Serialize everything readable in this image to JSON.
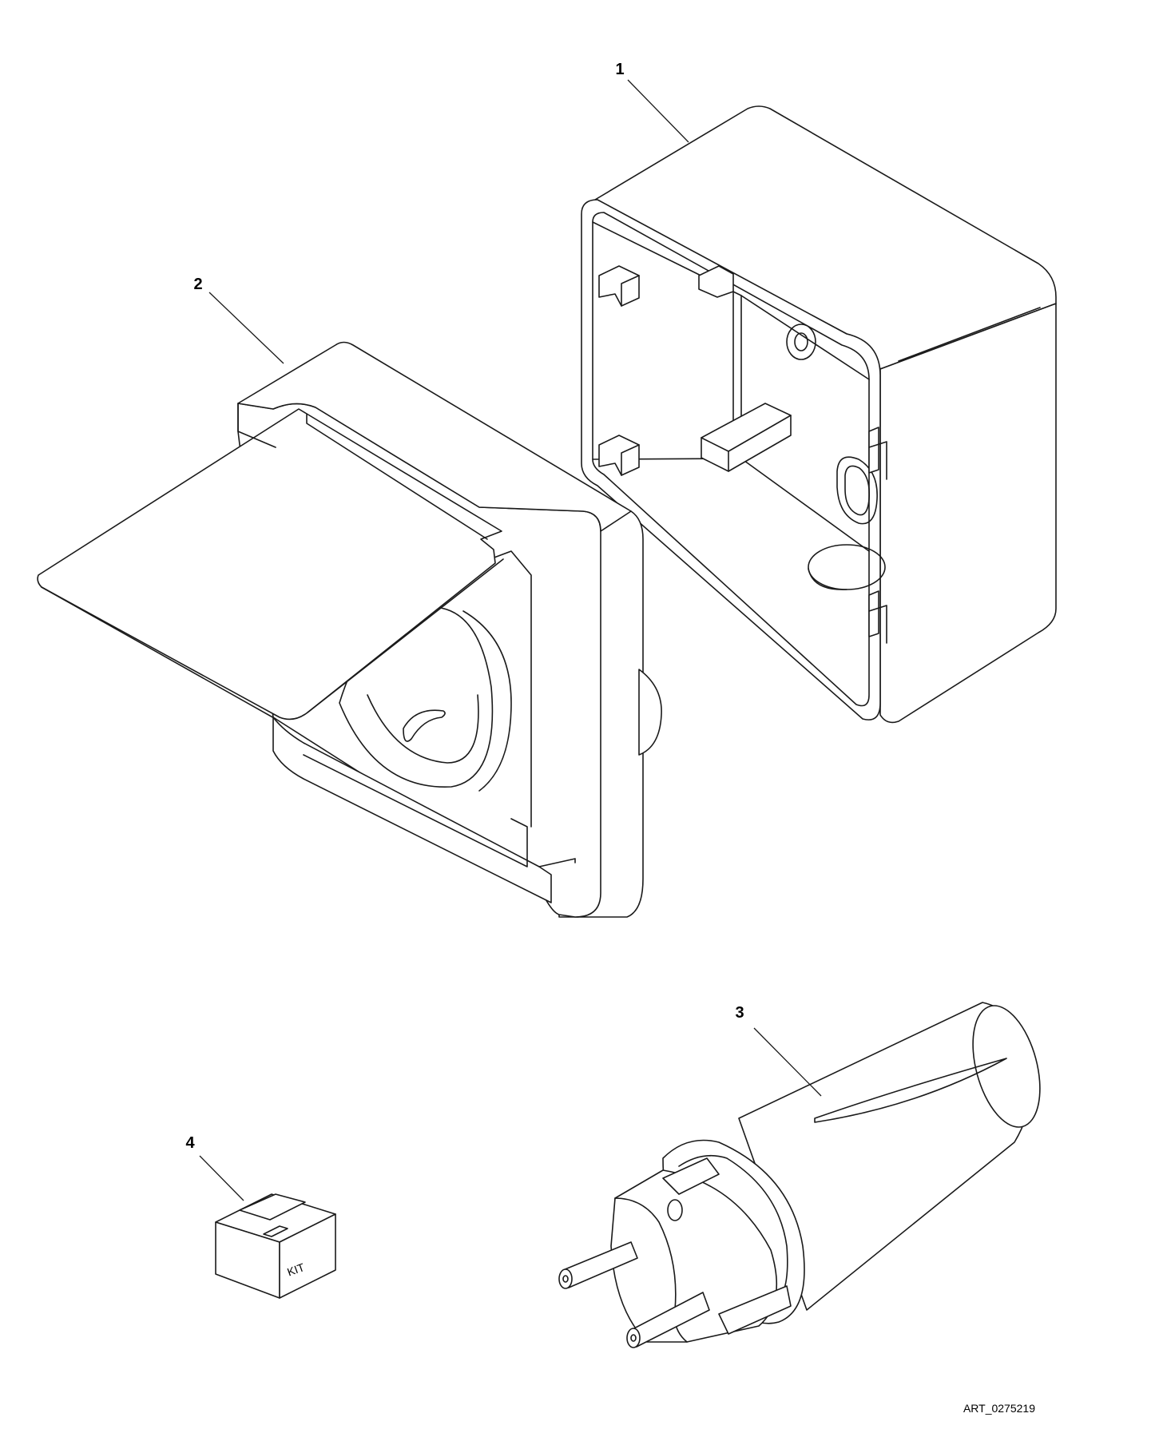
{
  "callouts": [
    {
      "id": "1",
      "label": "1"
    },
    {
      "id": "2",
      "label": "2"
    },
    {
      "id": "3",
      "label": "3"
    },
    {
      "id": "4",
      "label": "4"
    }
  ],
  "kit_box": {
    "label": "KIT"
  },
  "art_reference": "ART_0275219",
  "colors": {
    "line": "#1a1a1a",
    "background": "#ffffff"
  }
}
